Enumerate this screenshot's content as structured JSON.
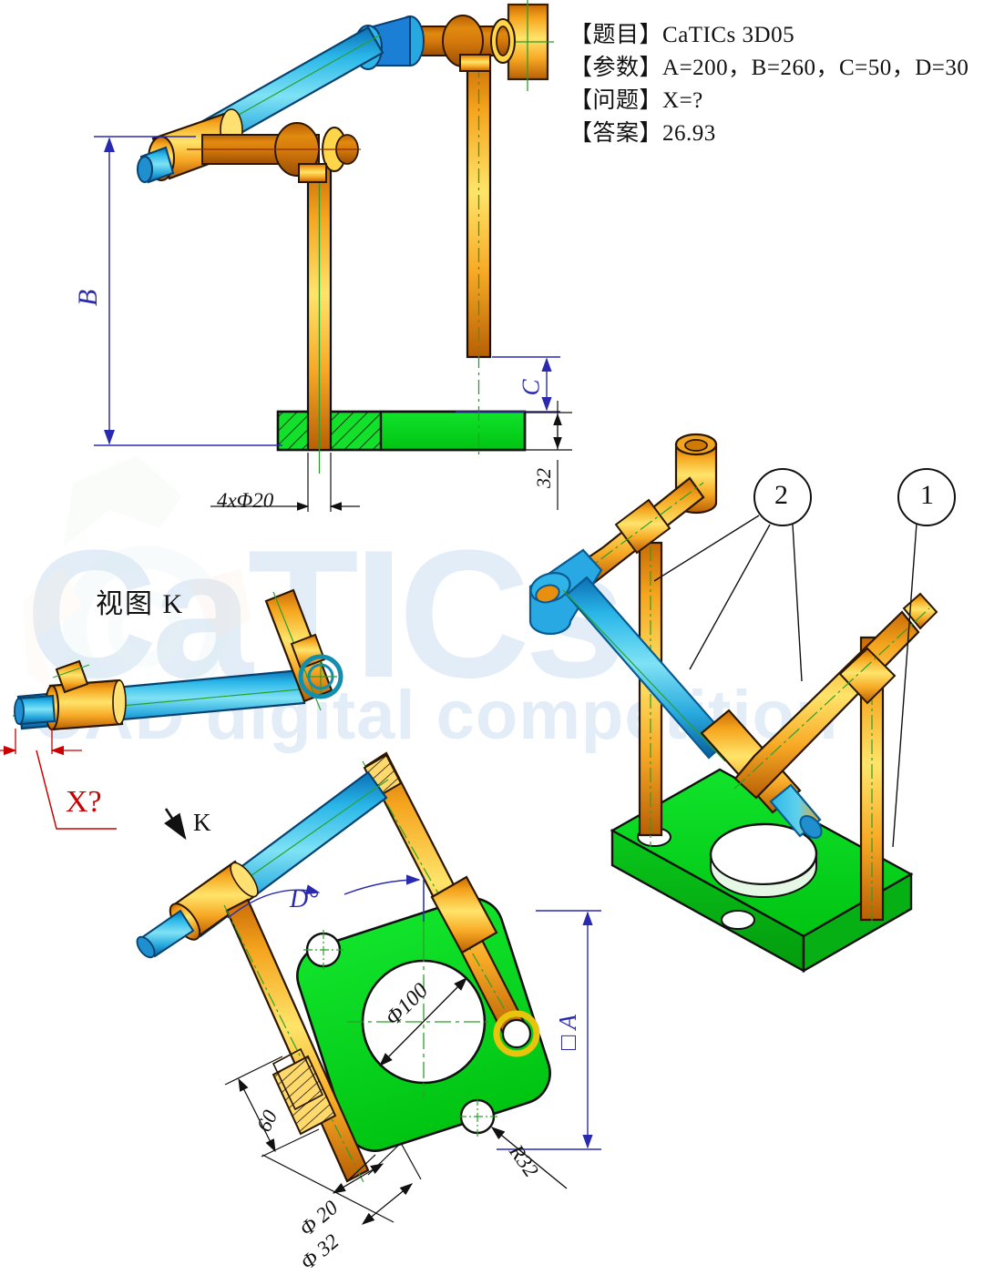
{
  "header": {
    "line_title_label": "【题目】",
    "line_title_value": "CaTICs 3D05",
    "line_params_label": "【参数】",
    "line_params_value": "A=200，B=260，C=50，D=30",
    "line_question_label": "【问题】",
    "line_question_value": "X=?",
    "line_answer_label": "【答案】",
    "line_answer_value": "26.93"
  },
  "watermark": {
    "brand": "CaTICs",
    "tagline": "CAD digital competition"
  },
  "views": {
    "front_view": {
      "dimensions": {
        "height_b": "B",
        "height_c": "C",
        "plate_thickness": "32",
        "holes": "4xΦ20"
      }
    },
    "view_k": {
      "title": "视图 K",
      "unknown_label": "X?"
    },
    "bottom_view": {
      "arrow_label": "K",
      "dimensions": {
        "angle_d": "D°",
        "bore": "Φ100",
        "square_a": "□ A",
        "length_60": "60",
        "shaft_small": "Φ 20",
        "shaft_large": "Φ 32",
        "corner_radius": "R32"
      }
    },
    "isometric_view": {
      "balloons": [
        {
          "number": "1",
          "leaders": 1
        },
        {
          "number": "2",
          "leaders": 3
        }
      ]
    }
  },
  "colors": {
    "plate_green": "#00e21e",
    "shaft_orange": "#f7a521",
    "shaft_blue": "#29b6e8",
    "dim_blue": "#2a2ab0",
    "dim_red": "#cc0000",
    "outline": "#1a1008",
    "centerline_green": "#2aa02a",
    "watermark": "#dbe9f6"
  }
}
